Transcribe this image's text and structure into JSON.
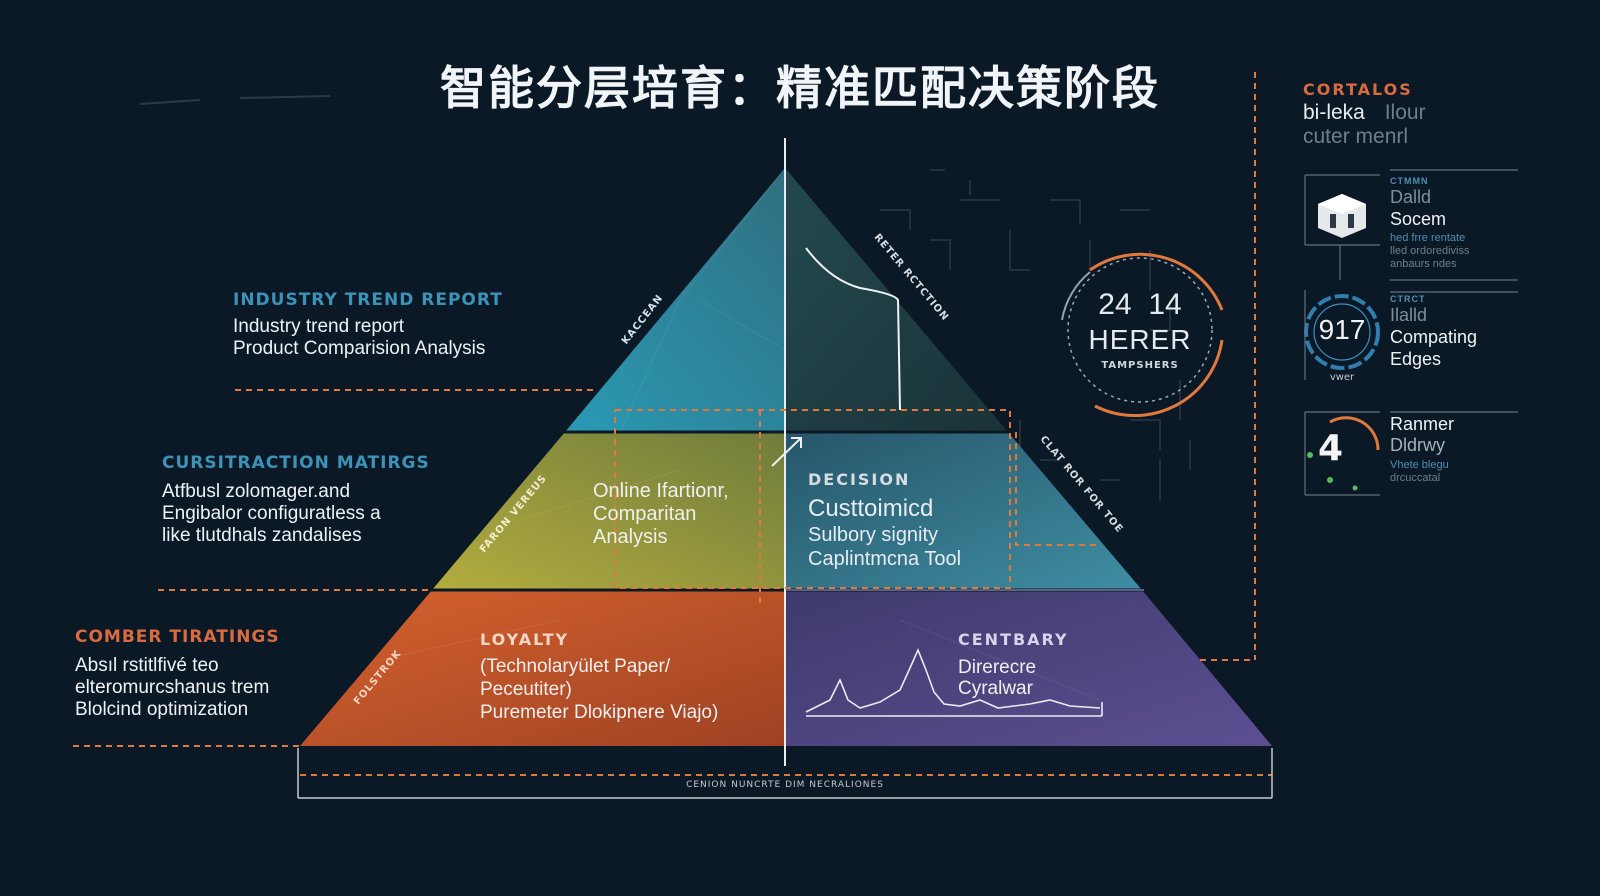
{
  "title": "智能分层培育：精准匹配决策阶段",
  "left_labels": [
    {
      "heading": "INDUSTRY TREND REPORT",
      "lines": [
        "Industry trend report",
        "Product Comparision Analysis"
      ]
    },
    {
      "heading": "CURSITRACTION MATIRGS",
      "lines": [
        "Atfbusl zolomager.and",
        "Engibalor configuratless a",
        "like tlutdhals zandalises"
      ]
    },
    {
      "heading": "COMBER TIRATINGS",
      "lines": [
        "Absıl rstitlfivé teo",
        "elteromurcshanus trem",
        "Blolcind optimization"
      ]
    }
  ],
  "pyramid": {
    "top_left_tag": "KACCEAN",
    "mid_left_tag": "FARON VEREUS",
    "bottom_left_tag": "FOLSTROK",
    "right_diag_upper": "RETER RCTCTION",
    "right_diag_lower": "CLAT ROR FOR TOE",
    "mid_left_body": [
      "Online Ifartionr,",
      "Comparitan",
      "Analysis"
    ],
    "mid_right_head": "DECISION",
    "mid_right_body": [
      "Custtoimicd",
      "Sulbory signity",
      "Caplintmcna Tool"
    ],
    "bottom_left_head": "LOYALTY",
    "bottom_left_body": [
      "(Technolaryület Paper/",
      "Peceutiter)",
      "Puremeter Dlokipnere Viajo)"
    ],
    "bottom_right_head": "CENTBARY",
    "bottom_right_body": [
      "Direrecre",
      "Cyralwar"
    ],
    "base_caption": "CENION NUNCRTE DIM NECRALIONES"
  },
  "gauge": {
    "value_a": "24",
    "value_b": "14",
    "label": "HERER",
    "sublabel": "TAMPSHERS"
  },
  "sidebar": {
    "heading": "CORTALOS",
    "sub_1": "bi-leka",
    "sub_1b": "Ilour",
    "sub_2": "cuter menrl",
    "items": [
      {
        "tag": "CTMMN",
        "title_lines": [
          "Dalld",
          "Socem"
        ],
        "notes": [
          "hed frre rentate",
          "lled ordorediviss",
          "anbaurs ndes"
        ],
        "icon": "cube-icon"
      },
      {
        "tag": "CTRCT",
        "badge": "917",
        "badge_caption": "vwer",
        "title_lines": [
          "Ilalld",
          "Compating",
          "Edges"
        ],
        "icon": "ring-gauge-icon"
      },
      {
        "tag": "",
        "title_lines": [
          "Ranmer",
          "Dldrwy"
        ],
        "notes": [
          "Vhete blegu",
          "drcuccatal"
        ],
        "icon": "number-four-icon",
        "icon_glyph": "4"
      }
    ]
  },
  "colors": {
    "bg": "#0b1826",
    "teal": "#2e8fa8",
    "olive": "#a9a43c",
    "steel": "#3e7a8f",
    "orange": "#c55a2c",
    "purple": "#5a4f8c",
    "accent_orange": "#e07a3c",
    "head_teal": "#3b93b7",
    "head_orange": "#d96b3f"
  }
}
